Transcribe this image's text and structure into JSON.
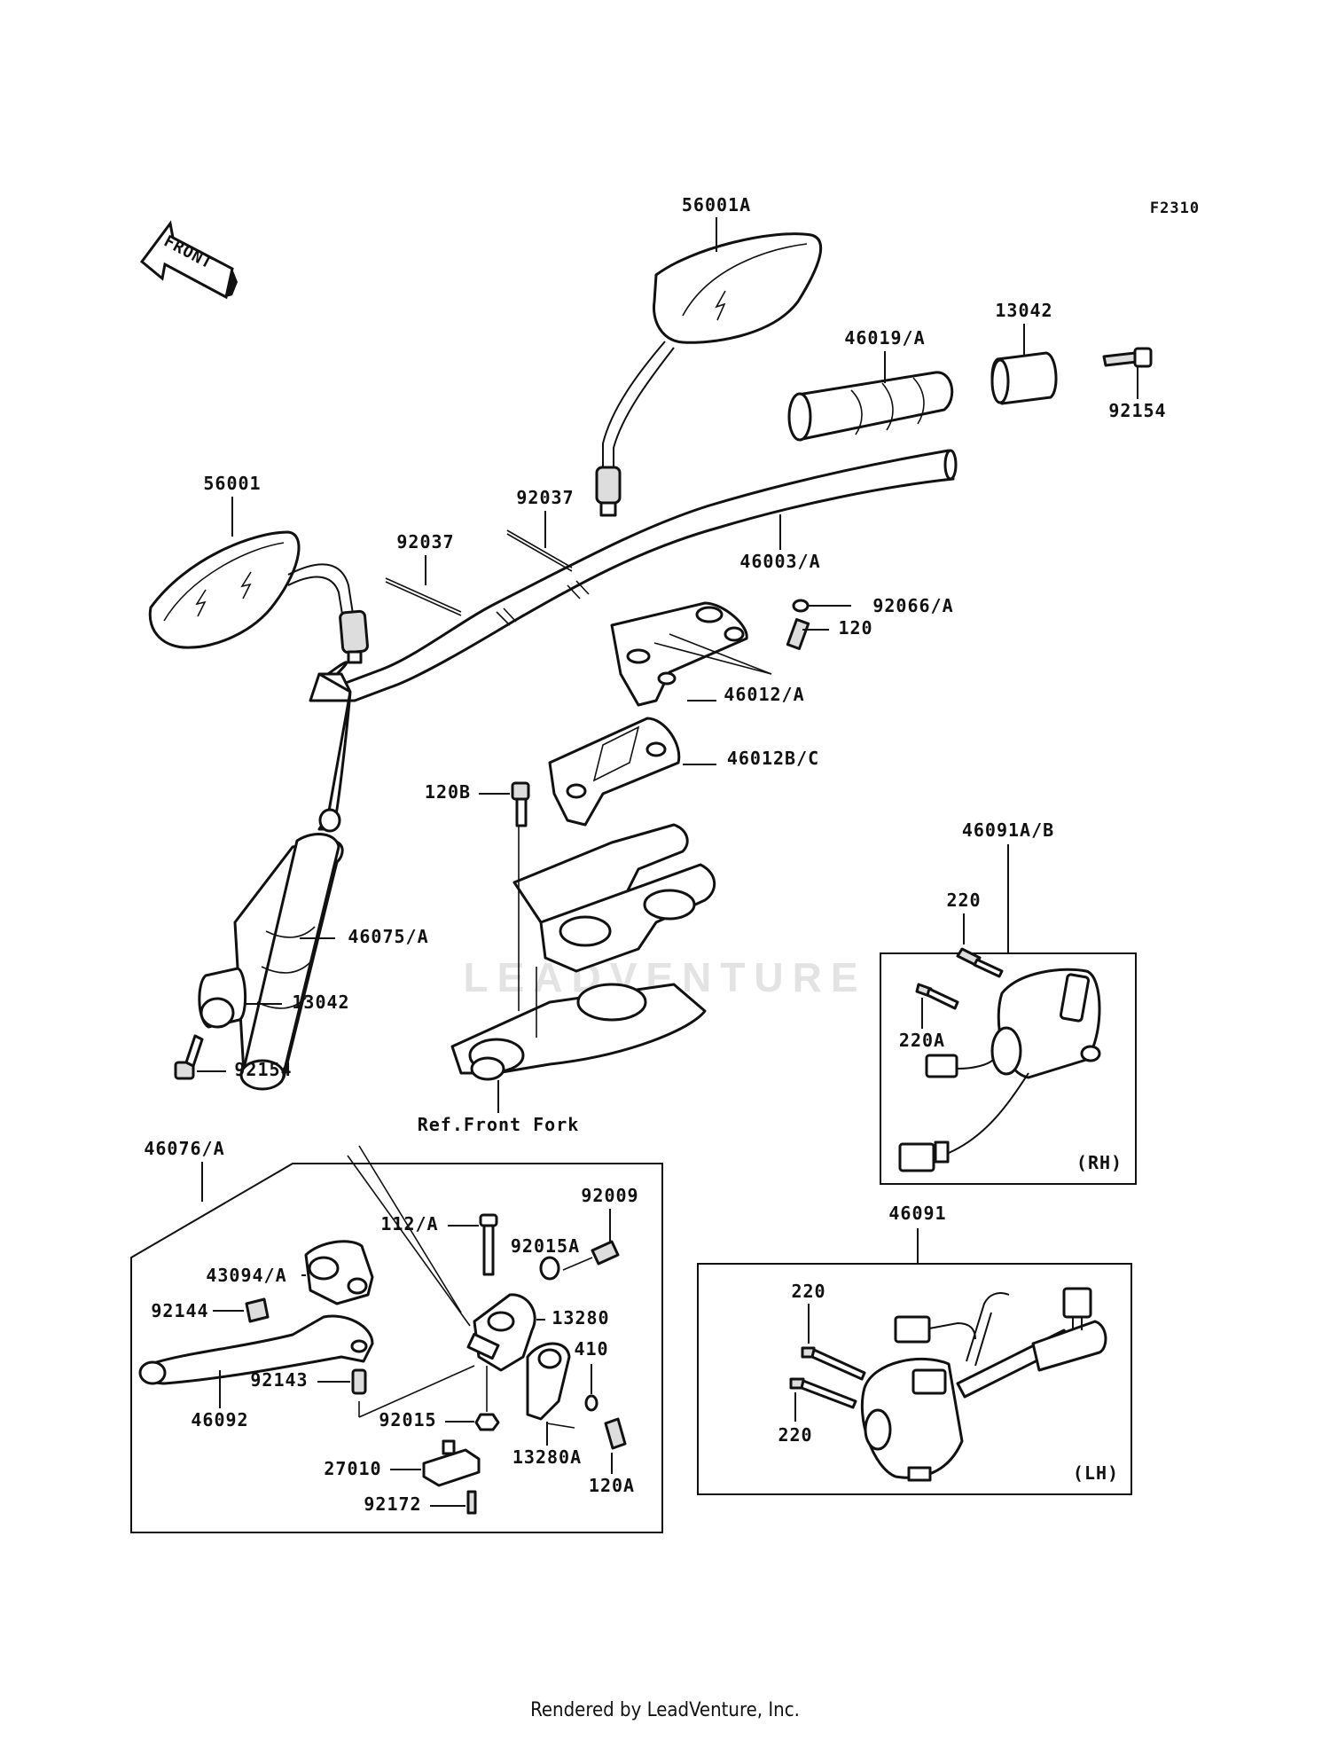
{
  "diagram_code": "F2310",
  "front_arrow_label": "FRONT",
  "labels": {
    "mirror_right": "56001A",
    "mirror_left": "56001",
    "grip_right": "46019/A",
    "weight_right": "13042",
    "screw_right": "92154",
    "wire_right": "92037",
    "wire_left": "92037",
    "handlebar": "46003/A",
    "washer": "92066/A",
    "bolt_120": "120",
    "holder_upper": "46012/A",
    "holder_lower": "46012B/C",
    "bolt_120b": "120B",
    "grip_left": "46075/A",
    "weight_left": "13042",
    "screw_left": "92154",
    "ref_front_fork": "Ref.Front Fork",
    "switch_rh": "46091A/B",
    "rh_220": "220",
    "rh_220a": "220A",
    "rh_tag": "(RH)",
    "clutch_assy": "46076/A",
    "bolt_112": "112/A",
    "bolt_92015a": "92015A",
    "screw_92009": "92009",
    "adjuster": "43094/A",
    "spring": "92144",
    "holder_13280": "13280",
    "collar_410": "410",
    "collar_92143": "92143",
    "lever": "46092",
    "nut_92015": "92015",
    "holder_13280a": "13280A",
    "switch_27010": "27010",
    "bolt_120a": "120A",
    "screw_92172": "92172",
    "switch_lh": "46091",
    "lh_220_top": "220",
    "lh_220_bottom": "220",
    "lh_tag": "(LH)"
  },
  "watermark": "LEADVENTURE",
  "footer": "Rendered by LeadVenture, Inc."
}
